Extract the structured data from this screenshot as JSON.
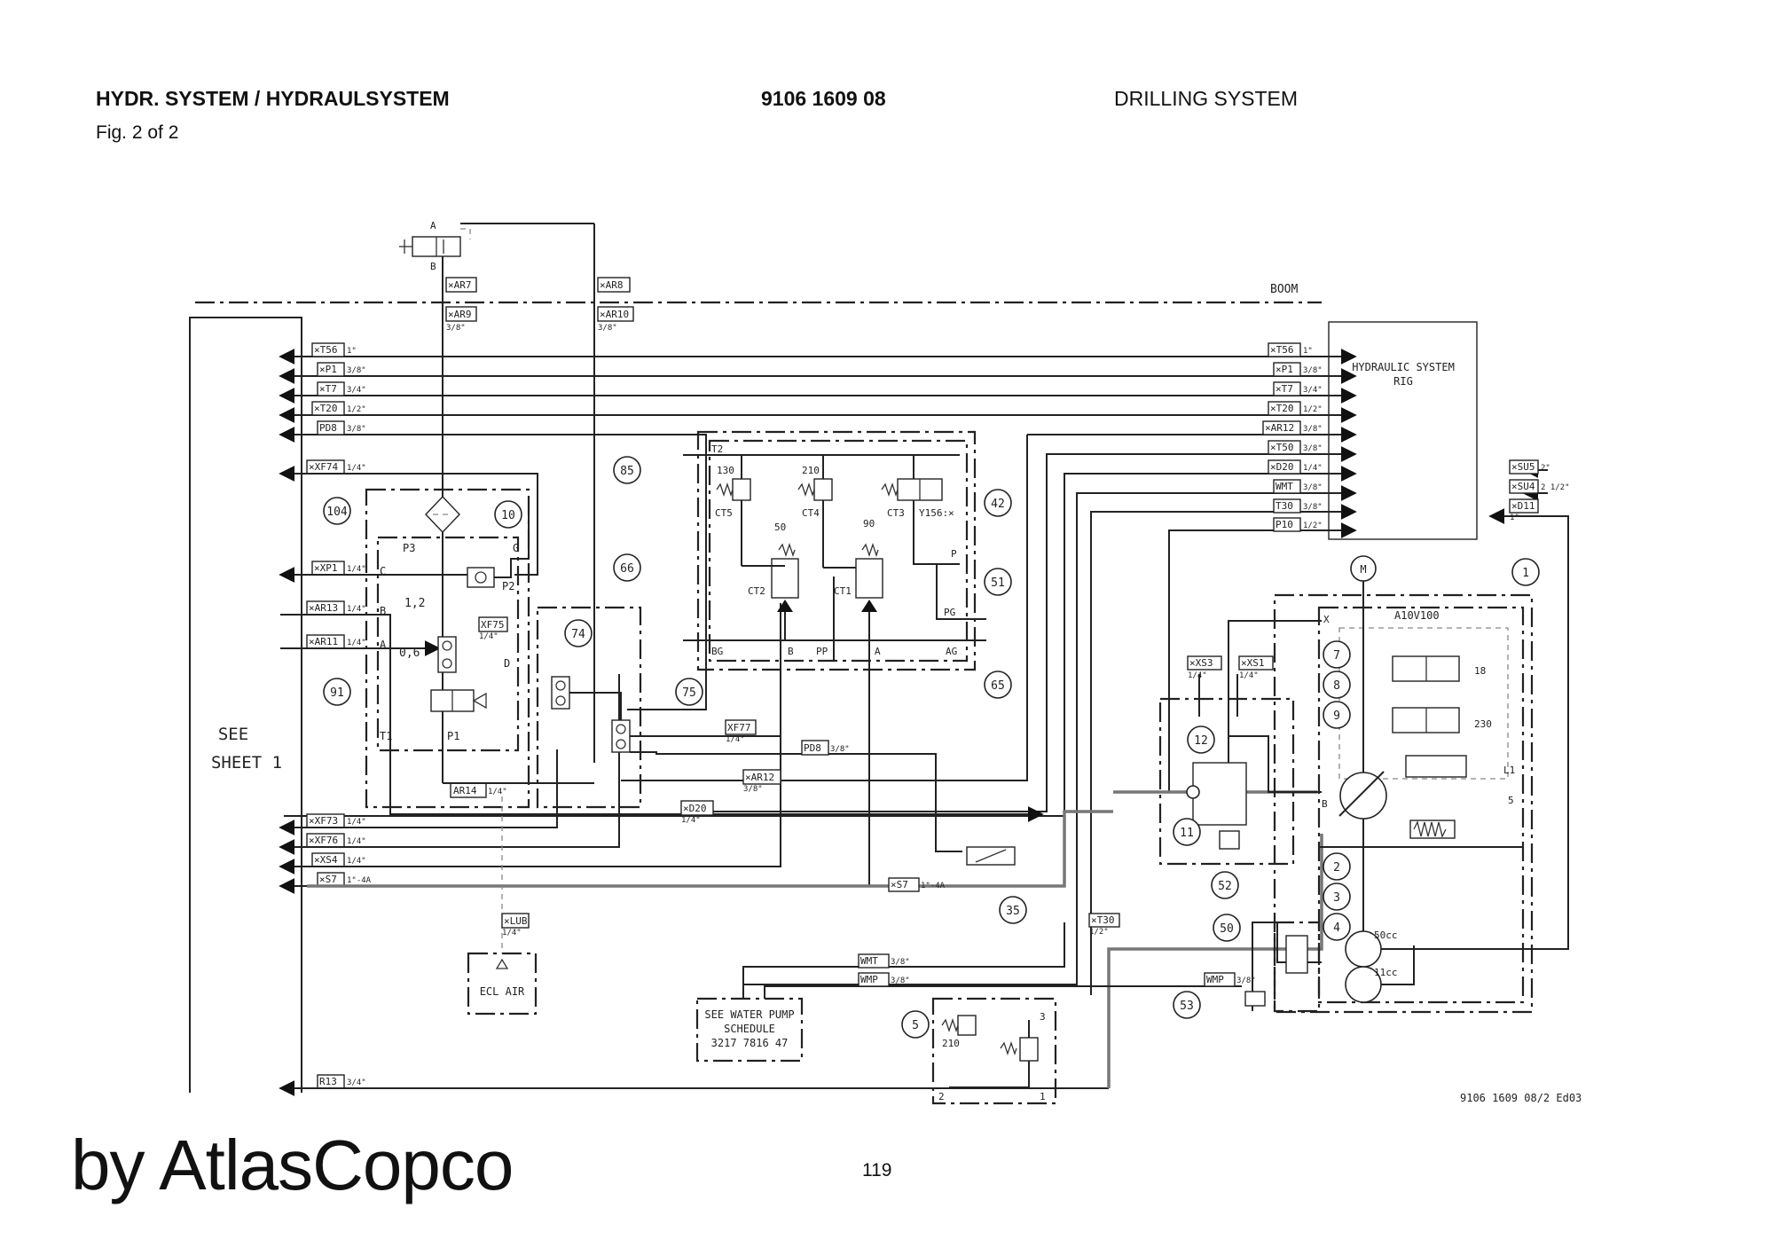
{
  "header": {
    "title": "HYDR. SYSTEM / HYDRAULSYSTEM",
    "figure": "Fig. 2 of 2",
    "doc_number": "9106 1609 08",
    "system": "DRILLING SYSTEM"
  },
  "footer": {
    "brand": "by AtlasCopco",
    "page": "119",
    "drawing_ref": "9106 1609 08/2 Ed03"
  },
  "diagram": {
    "boom_label": "BOOM",
    "see_sheet": [
      "SEE",
      "SHEET 1"
    ],
    "rig_box": [
      "HYDRAULIC SYSTEM",
      "RIG"
    ],
    "ecl_box": "ECL AIR",
    "water_pump_box": [
      "SEE WATER PUMP",
      "SCHEDULE",
      "3217 7816 47"
    ],
    "pump_label": "A10V100",
    "motor": "M",
    "top_valve_ports": [
      "A",
      "B"
    ],
    "left_lines": [
      {
        "tag": "×T56",
        "size": "1\""
      },
      {
        "tag": "×P1",
        "size": "3/8\""
      },
      {
        "tag": "×T7",
        "size": "3/4\""
      },
      {
        "tag": "×T20",
        "size": "1/2\""
      },
      {
        "tag": "PD8",
        "size": "3/8\""
      },
      {
        "tag": "×XF74",
        "size": "1/4\""
      },
      {
        "tag": "×XP1",
        "size": "1/4\""
      },
      {
        "tag": "×AR13",
        "size": "1/4\""
      },
      {
        "tag": "×AR11",
        "size": "1/4\""
      },
      {
        "tag": "×XF73",
        "size": "1/4\""
      },
      {
        "tag": "×XF76",
        "size": "1/4\""
      },
      {
        "tag": "×XS4",
        "size": "1/4\""
      },
      {
        "tag": "×S7",
        "size": "1\"-4A"
      },
      {
        "tag": "R13",
        "size": "3/4\""
      }
    ],
    "right_lines": [
      {
        "tag": "×T56",
        "size": "1\""
      },
      {
        "tag": "×P1",
        "size": "3/8\""
      },
      {
        "tag": "×T7",
        "size": "3/4\""
      },
      {
        "tag": "×T20",
        "size": "1/2\""
      },
      {
        "tag": "×AR12",
        "size": "3/8\""
      },
      {
        "tag": "×T50",
        "size": "3/8\""
      },
      {
        "tag": "×D20",
        "size": "1/4\""
      },
      {
        "tag": "WMT",
        "size": "3/8\""
      },
      {
        "tag": "T30",
        "size": "3/8\""
      },
      {
        "tag": "P10",
        "size": "1/2\""
      }
    ],
    "rig_side_lines": [
      {
        "tag": "×SU5",
        "size": "2\""
      },
      {
        "tag": "×SU4",
        "size": "2 1/2\""
      },
      {
        "tag": "×D11",
        "size": "1\""
      }
    ],
    "vertical_tags": [
      {
        "tag": "×AR7",
        "size": ""
      },
      {
        "tag": "×AR9",
        "size": "3/8\""
      },
      {
        "tag": "×AR8",
        "size": ""
      },
      {
        "tag": "×AR10",
        "size": "3/8\""
      },
      {
        "tag": "×LUB",
        "size": "1/4\""
      },
      {
        "tag": "×T30",
        "size": "1/2\""
      },
      {
        "tag": "×XS3",
        "size": "1/4\""
      },
      {
        "tag": "×XS1",
        "size": "1/4\""
      }
    ],
    "inner_tags": [
      {
        "tag": "XF75",
        "size": "1/4\""
      },
      {
        "tag": "AR14",
        "size": "1/4\""
      },
      {
        "tag": "XF77",
        "size": "1/4\""
      },
      {
        "tag": "PD8",
        "size": "3/8\""
      },
      {
        "tag": "×AR12",
        "size": "3/8\""
      },
      {
        "tag": "×D20",
        "size": "1/4\""
      },
      {
        "tag": "×S7",
        "size": "1\"-4A"
      },
      {
        "tag": "WMT",
        "size": "3/8\""
      },
      {
        "tag": "WMP",
        "size": "3/8\""
      },
      {
        "tag": "WMP",
        "size": "3/8\""
      }
    ],
    "valve_block_labels": [
      "T2",
      "130",
      "210",
      "CT5",
      "CT4",
      "CT3",
      "Y156:×",
      "50",
      "90",
      "CT2",
      "CT1",
      "P",
      "PG",
      "BG",
      "B",
      "PP",
      "A",
      "AG"
    ],
    "left_block_labels": [
      "P3",
      "G",
      "P2",
      "C",
      "B",
      "A",
      "1,2",
      "0,6",
      "D",
      "T1",
      "P1"
    ],
    "pump_labels": [
      "X",
      "18",
      "230",
      "L1",
      "B",
      "5",
      "50cc",
      "11cc"
    ],
    "valve5_labels": [
      "210",
      "3",
      "2",
      "1"
    ],
    "callouts": [
      "104",
      "10",
      "91",
      "74",
      "75",
      "66",
      "85",
      "42",
      "51",
      "65",
      "35",
      "1",
      "7",
      "8",
      "9",
      "12",
      "11",
      "52",
      "2",
      "3",
      "4",
      "50",
      "53",
      "5"
    ]
  }
}
